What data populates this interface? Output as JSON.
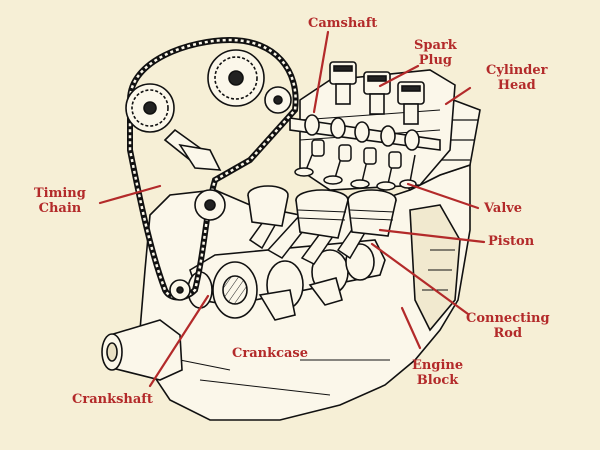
{
  "labels": {
    "camshaft": "Camshaft",
    "spark_plug": "Spark\nPlug",
    "cylinder_head": "Cylinder\nHead",
    "timing_chain": "Timing\nChain",
    "valve": "Valve",
    "piston": "Piston",
    "connecting_rod": "Connecting\nRod",
    "crankcase": "Crankcase",
    "engine_block": "Engine\nBlock",
    "crankshaft": "Crankshaft"
  },
  "colors": {
    "background": "#f6efd6",
    "label": "#b32a2a",
    "ink": "#111111",
    "paper": "#fbf7ea"
  }
}
